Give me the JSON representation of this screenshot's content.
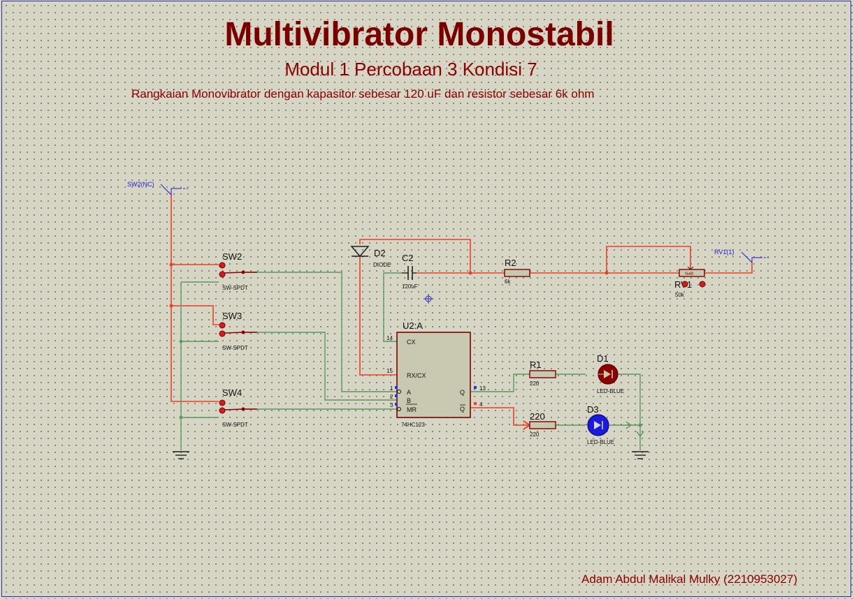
{
  "header": {
    "title": "Multivibrator Monostabil",
    "subtitle": "Modul 1 Percobaan 3 Kondisi 7",
    "description": "Rangkaian Monovibrator dengan kapasitor sebesar 120 uF dan resistor sebesar 6k ohm"
  },
  "footer": {
    "author": "Adam Abdul Malikal Mulky (2210953027)"
  },
  "labels": {
    "sw2_nc": "SW2(NC)",
    "rv1_1": "RV1(1)",
    "sw2": "SW2",
    "sw3": "SW3",
    "sw4": "SW4",
    "sw_type": "SW-SPDT",
    "d2": "D2",
    "d2_type": "DIODE",
    "c2": "C2",
    "c2_value": "120uF",
    "r2": "R2",
    "r2_value": "6k",
    "rv1": "RV1",
    "rv1_value": "50k",
    "rv1_pct": "%49",
    "u2": "U2:A",
    "u2_part": "74HC123",
    "pin_cx": "CX",
    "pin_rxcx": "RX/CX",
    "pin_a": "A",
    "pin_b": "B",
    "pin_mr": "MR",
    "pin_q": "Q",
    "pin_qbar": "Q",
    "pin14": "14",
    "pin15": "15",
    "pin1": "1",
    "pin2": "2",
    "pin3": "3",
    "pin13": "13",
    "pin4": "4",
    "r1": "R1",
    "r1_value": "220",
    "r3_label": "220",
    "r3_value": "220",
    "d1": "D1",
    "d3": "D3",
    "led_type": "LED-BLUE"
  },
  "colors": {
    "active_wire": "#e8402a",
    "inactive_wire": "#5a9a5a",
    "component": "#8b0000",
    "title": "#7a0000",
    "ic_body": "#c9c8b0",
    "terminal_label": "#1a1ad6"
  }
}
